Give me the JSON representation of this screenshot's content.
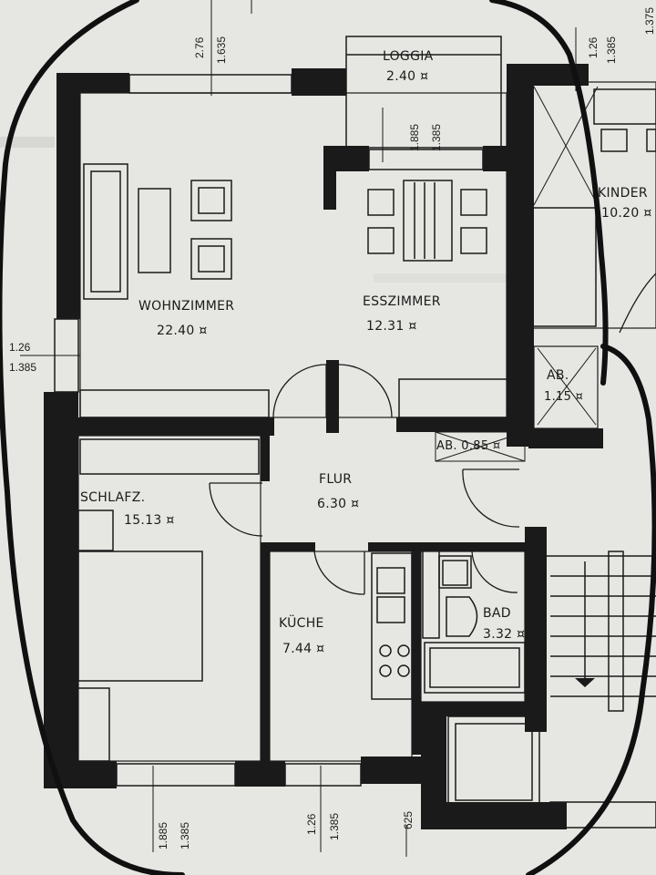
{
  "rooms": {
    "loggia": {
      "name": "LOGGIA",
      "area": "2.40"
    },
    "kinder": {
      "name": "KINDER",
      "area": "10.20"
    },
    "wohnzimmer": {
      "name": "WOHNZIMMER",
      "area": "22.40"
    },
    "esszimmer": {
      "name": "ESSZIMMER",
      "area": "12.31"
    },
    "ab1": {
      "name": "AB.",
      "area": "1.15"
    },
    "ab2": {
      "name": "AB.",
      "area": "0.85"
    },
    "flur": {
      "name": "FLUR",
      "area": "6.30"
    },
    "schlafz": {
      "name": "SCHLAFZ.",
      "area": "15.13"
    },
    "kueche": {
      "name": "KÜCHE",
      "area": "7.44"
    },
    "bad": {
      "name": "BAD",
      "area": "3.32"
    }
  },
  "unit_mark": "¤",
  "dimensions": {
    "top_living_a": "2.76",
    "top_living_b": "1.635",
    "loggia_door_a": "1.885",
    "loggia_door_b": "1.385",
    "top_right_a": "1.26",
    "top_right_b": "1.385",
    "top_right_partial": "1.375",
    "left_window_a": "1.26",
    "left_window_b": "1.385",
    "bottom_left_a": "1.885",
    "bottom_left_b": "1.385",
    "bottom_mid_a": "1.26",
    "bottom_mid_b": "1.385",
    "bottom_right": "625"
  },
  "colors": {
    "wall": "#1a1a1a",
    "paper": "#e6e6e2",
    "annotation": "#101010"
  }
}
